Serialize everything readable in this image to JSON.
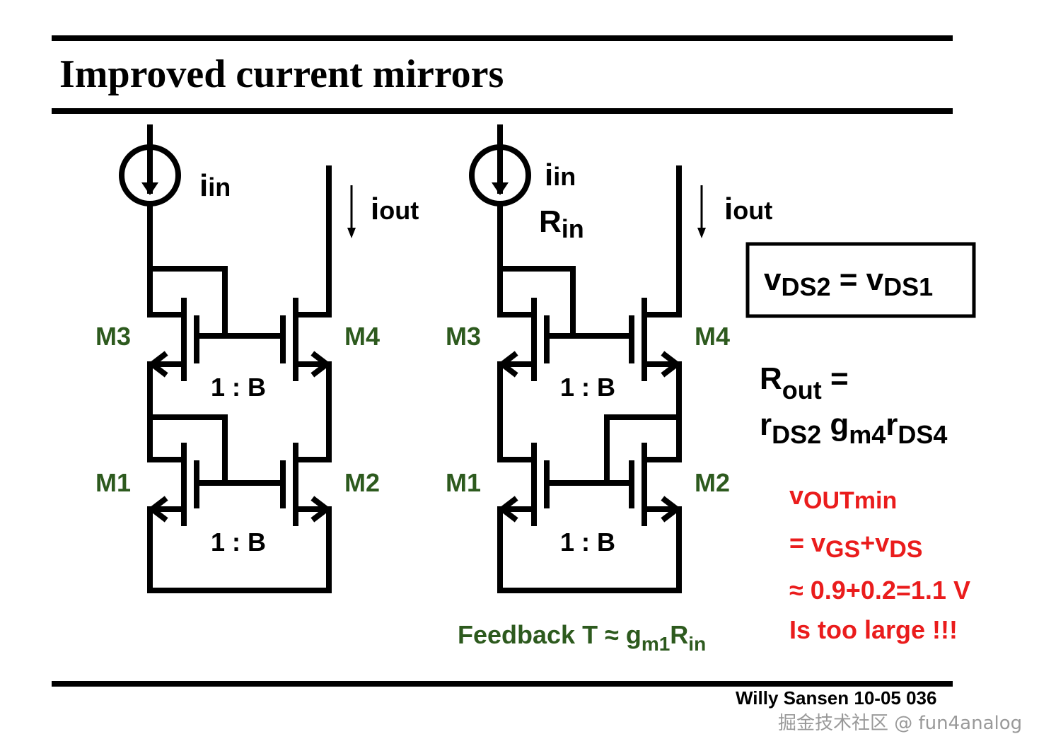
{
  "title": "Improved current mirrors",
  "left_circuit": {
    "i_in": {
      "base": "i",
      "sub": "in"
    },
    "i_out": {
      "base": "i",
      "sub": "out"
    },
    "m3": "M3",
    "m4": "M4",
    "m1": "M1",
    "m2": "M2",
    "ratio_top": "1 : B",
    "ratio_bottom": "1 : B"
  },
  "right_circuit": {
    "i_in": {
      "base": "i",
      "sub": "in"
    },
    "r_in": {
      "base": "R",
      "sub": "in"
    },
    "i_out": {
      "base": "i",
      "sub": "out"
    },
    "m3": "M3",
    "m4": "M4",
    "m1": "M1",
    "m2": "M2",
    "ratio_top": "1 : B",
    "ratio_bottom": "1 : B",
    "feedback": {
      "text": "Feedback T ≈ g",
      "sub1": "m1",
      "r": "R",
      "sub2": "in"
    }
  },
  "box": {
    "v1": "v",
    "s1": "DS2",
    "eq": " = ",
    "v2": "v",
    "s2": "DS1"
  },
  "rout": {
    "r": "R",
    "sub": "out",
    "eq": " =",
    "l2a": "r",
    "l2as": "DS2",
    "l2b": " g",
    "l2bs": "m4",
    "l2c": "r",
    "l2cs": "DS4"
  },
  "voutmin": {
    "v": "v",
    "sub": "OUTmin",
    "l2": "= v",
    "l2s1": "GS",
    "l2p": "+v",
    "l2s2": "DS",
    "l3": "≈ 0.9+0.2=1.1 V",
    "l4": "Is too large !!!"
  },
  "footer": {
    "author": "Willy Sansen 10-05 036",
    "watermark": "掘金技术社区 @ fun4analog"
  },
  "colors": {
    "label_green": "#2d5a1e",
    "highlight_red": "#ea1c1c"
  }
}
